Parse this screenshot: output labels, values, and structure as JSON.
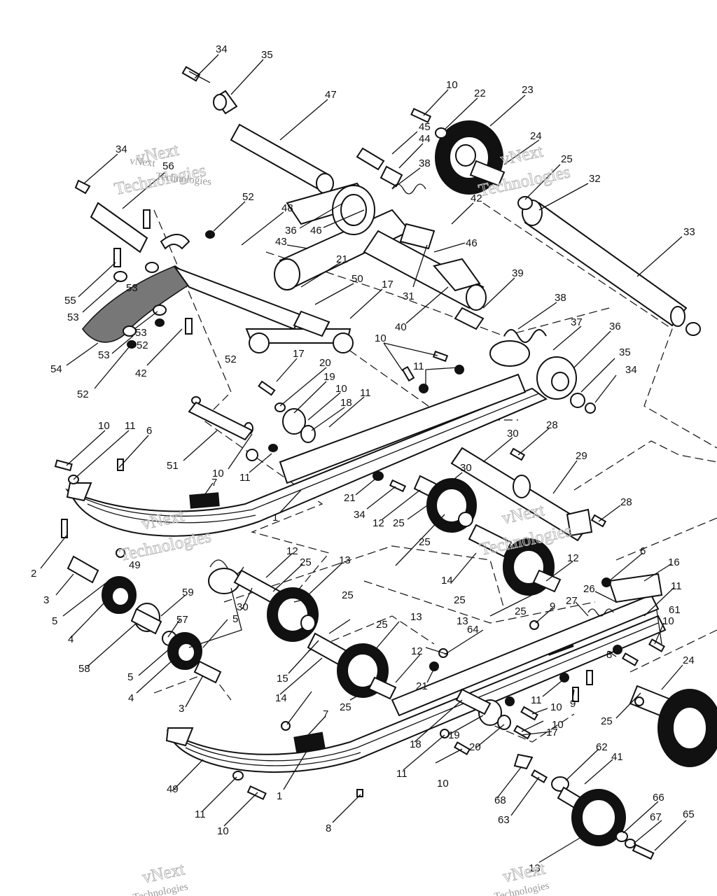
{
  "callouts": [
    {
      "id": "c34a",
      "text": "34"
    },
    {
      "id": "c35a",
      "text": "35"
    },
    {
      "id": "c47",
      "text": "47"
    },
    {
      "id": "c10a",
      "text": "10"
    },
    {
      "id": "c22",
      "text": "22"
    },
    {
      "id": "c23a",
      "text": "23"
    },
    {
      "id": "c45",
      "text": "45"
    },
    {
      "id": "c44",
      "text": "44"
    },
    {
      "id": "c24a",
      "text": "24"
    },
    {
      "id": "c25a",
      "text": "25"
    },
    {
      "id": "c32",
      "text": "32"
    },
    {
      "id": "c38a",
      "text": "38"
    },
    {
      "id": "c34b",
      "text": "34"
    },
    {
      "id": "c56",
      "text": "56"
    },
    {
      "id": "c52a",
      "text": "52"
    },
    {
      "id": "c48",
      "text": "48"
    },
    {
      "id": "c42a",
      "text": "42"
    },
    {
      "id": "c33",
      "text": "33"
    },
    {
      "id": "c36a",
      "text": "36"
    },
    {
      "id": "c46a",
      "text": "46"
    },
    {
      "id": "c43",
      "text": "43"
    },
    {
      "id": "c46b",
      "text": "46"
    },
    {
      "id": "c21a",
      "text": "21"
    },
    {
      "id": "c55",
      "text": "55"
    },
    {
      "id": "c53a",
      "text": "53"
    },
    {
      "id": "c53b",
      "text": "53"
    },
    {
      "id": "c50",
      "text": "50"
    },
    {
      "id": "c31",
      "text": "31"
    },
    {
      "id": "c17a",
      "text": "17"
    },
    {
      "id": "c39",
      "text": "39"
    },
    {
      "id": "c38b",
      "text": "38"
    },
    {
      "id": "c40",
      "text": "40"
    },
    {
      "id": "c53c",
      "text": "53"
    },
    {
      "id": "c52b",
      "text": "52"
    },
    {
      "id": "c37",
      "text": "37"
    },
    {
      "id": "c36b",
      "text": "36"
    },
    {
      "id": "c53d",
      "text": "53"
    },
    {
      "id": "c54",
      "text": "54"
    },
    {
      "id": "c42b",
      "text": "42"
    },
    {
      "id": "c52c",
      "text": "52"
    },
    {
      "id": "c10b",
      "text": "10"
    },
    {
      "id": "c52d",
      "text": "52"
    },
    {
      "id": "c17b",
      "text": "17"
    },
    {
      "id": "c35b",
      "text": "35"
    },
    {
      "id": "c11a",
      "text": "11"
    },
    {
      "id": "c34c",
      "text": "34"
    },
    {
      "id": "c20a",
      "text": "20"
    },
    {
      "id": "c19a",
      "text": "19"
    },
    {
      "id": "c10c",
      "text": "10"
    },
    {
      "id": "c11b",
      "text": "11"
    },
    {
      "id": "c18a",
      "text": "18"
    },
    {
      "id": "c10d",
      "text": "10"
    },
    {
      "id": "c11c",
      "text": "11"
    },
    {
      "id": "c6a",
      "text": "6"
    },
    {
      "id": "c28a",
      "text": "28"
    },
    {
      "id": "c30a",
      "text": "30"
    },
    {
      "id": "c29",
      "text": "29"
    },
    {
      "id": "c51",
      "text": "51"
    },
    {
      "id": "c10e",
      "text": "10"
    },
    {
      "id": "c11d",
      "text": "11"
    },
    {
      "id": "c30b",
      "text": "30"
    },
    {
      "id": "c7a",
      "text": "7"
    },
    {
      "id": "c1a",
      "text": "1"
    },
    {
      "id": "c21b",
      "text": "21"
    },
    {
      "id": "c34d",
      "text": "34"
    },
    {
      "id": "c12a",
      "text": "12"
    },
    {
      "id": "c25b",
      "text": "25"
    },
    {
      "id": "c28b",
      "text": "28"
    },
    {
      "id": "c2",
      "text": "2"
    },
    {
      "id": "c49a",
      "text": "49"
    },
    {
      "id": "c12b",
      "text": "12"
    },
    {
      "id": "c25c",
      "text": "25"
    },
    {
      "id": "c13a",
      "text": "13"
    },
    {
      "id": "c25d",
      "text": "25"
    },
    {
      "id": "c12c",
      "text": "12"
    },
    {
      "id": "c6b",
      "text": "6"
    },
    {
      "id": "c16",
      "text": "16"
    },
    {
      "id": "c3a",
      "text": "3"
    },
    {
      "id": "c59",
      "text": "59"
    },
    {
      "id": "c14a",
      "text": "14"
    },
    {
      "id": "c26",
      "text": "26"
    },
    {
      "id": "c11e",
      "text": "11"
    },
    {
      "id": "c5a",
      "text": "5"
    },
    {
      "id": "c57",
      "text": "57"
    },
    {
      "id": "c30c",
      "text": "30"
    },
    {
      "id": "c25e",
      "text": "25"
    },
    {
      "id": "c25f",
      "text": "25"
    },
    {
      "id": "c27",
      "text": "27"
    },
    {
      "id": "c9a",
      "text": "9"
    },
    {
      "id": "c4a",
      "text": "4"
    },
    {
      "id": "c5b",
      "text": "5"
    },
    {
      "id": "c25g",
      "text": "25"
    },
    {
      "id": "c13b",
      "text": "13"
    },
    {
      "id": "c10f",
      "text": "10"
    },
    {
      "id": "c61",
      "text": "61"
    },
    {
      "id": "c13c",
      "text": "13"
    },
    {
      "id": "c25h",
      "text": "25"
    },
    {
      "id": "c64",
      "text": "64"
    },
    {
      "id": "c58",
      "text": "58"
    },
    {
      "id": "c5c",
      "text": "5"
    },
    {
      "id": "c15",
      "text": "15"
    },
    {
      "id": "c8a",
      "text": "8"
    },
    {
      "id": "c12d",
      "text": "12"
    },
    {
      "id": "c24b",
      "text": "24"
    },
    {
      "id": "c21c",
      "text": "21"
    },
    {
      "id": "c14b",
      "text": "14"
    },
    {
      "id": "c9b",
      "text": "9"
    },
    {
      "id": "c11f",
      "text": "11"
    },
    {
      "id": "c4b",
      "text": "4"
    },
    {
      "id": "c25i",
      "text": "25"
    },
    {
      "id": "c10g",
      "text": "10"
    },
    {
      "id": "c10h",
      "text": "10"
    },
    {
      "id": "c3b",
      "text": "3"
    },
    {
      "id": "c25j",
      "text": "25"
    },
    {
      "id": "c7b",
      "text": "7"
    },
    {
      "id": "c18b",
      "text": "18"
    },
    {
      "id": "c19b",
      "text": "19"
    },
    {
      "id": "c17c",
      "text": "17"
    },
    {
      "id": "c20b",
      "text": "20"
    },
    {
      "id": "c62",
      "text": "62"
    },
    {
      "id": "c49b",
      "text": "49"
    },
    {
      "id": "c11g",
      "text": "11"
    },
    {
      "id": "c41",
      "text": "41"
    },
    {
      "id": "c10i",
      "text": "10"
    },
    {
      "id": "c68",
      "text": "68"
    },
    {
      "id": "c1b",
      "text": "1"
    },
    {
      "id": "c66",
      "text": "66"
    },
    {
      "id": "c63",
      "text": "63"
    },
    {
      "id": "c67",
      "text": "67"
    },
    {
      "id": "c65",
      "text": "65"
    },
    {
      "id": "c11h",
      "text": "11"
    },
    {
      "id": "c10j",
      "text": "10"
    },
    {
      "id": "c8b",
      "text": "8"
    },
    {
      "id": "c13d",
      "text": "13"
    }
  ],
  "watermarks": [
    {
      "id": "w1",
      "line1": "vNext",
      "line2": "Technologies"
    },
    {
      "id": "w2",
      "line1": "vNext",
      "line2": "Technologies"
    },
    {
      "id": "w3",
      "line1": "vNext",
      "line2": "Technologies"
    },
    {
      "id": "w4",
      "line1": "vNext",
      "line2": "Technologies"
    },
    {
      "id": "w5",
      "line1": "vNext",
      "line2": "Technologies"
    },
    {
      "id": "w6",
      "line1": "vNext",
      "line2": "Technologies"
    }
  ]
}
